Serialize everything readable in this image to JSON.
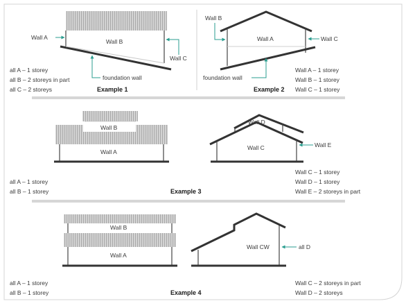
{
  "colors": {
    "arrow": "#2a9d8f",
    "ground": "#3a3a3a",
    "roof_stripe": "#c9c9c9",
    "divider": "#d0d0d0",
    "text": "#3a3a3a"
  },
  "example1": {
    "wall_a": "Wall A",
    "wall_b": "Wall B",
    "wall_c": "Wall C",
    "foundation": "foundation wall",
    "notes": [
      "all A – 1 storey",
      "all B – 2 storeys in part",
      "all C – 2 storeys"
    ],
    "title": "Example 1"
  },
  "example2": {
    "wall_b": "Wall B",
    "wall_a": "Wall A",
    "wall_c": "Wall C",
    "foundation": "foundation wall",
    "title": "Example 2",
    "notes": [
      "Wall A – 1 storey",
      "Wall B – 1 storey",
      "Wall C – 1 storey"
    ]
  },
  "example3": {
    "left_wall_b": "Wall B",
    "left_wall_a": "Wall A",
    "right_wall_d": "Wall D",
    "right_wall_c": "Wall C",
    "right_wall_e": "Wall E",
    "notes_left": [
      "all A – 1 storey",
      "all B – 1 storey"
    ],
    "title": "Example 3",
    "notes_right": [
      "Wall C – 1 storey",
      "Wall D – 1 storey",
      "Wall E – 2 storeys in part"
    ]
  },
  "example4": {
    "left_wall_b": "Wall B",
    "left_wall_a": "Wall A",
    "right_wall_cw": "Wall CW",
    "right_all_d": "all D",
    "notes_left": [
      "all A – 1 storey",
      "all B – 1 storey"
    ],
    "title": "Example 4",
    "notes_right": [
      "Wall C – 2 storeys in part",
      "Wall D – 2 storeys"
    ]
  }
}
